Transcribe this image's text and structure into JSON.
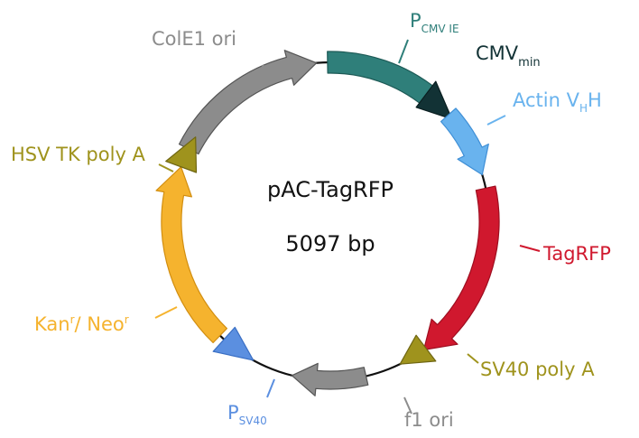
{
  "plasmid": {
    "name": "pAC-TagRFP",
    "size": "5097 bp"
  },
  "features": {
    "colE1": {
      "label": "ColE1 ori",
      "color": "#8c8c8c"
    },
    "pcmv": {
      "label_main": "P",
      "label_sub": "CMV IE",
      "color": "#2f7f7a"
    },
    "cmvmin": {
      "label_main": "CMV",
      "label_sub": "min",
      "color": "#123235"
    },
    "actin": {
      "label_main": "Actin V",
      "label_sub": "H",
      "label_tail": "H",
      "color": "#69b3ee"
    },
    "tagrfp": {
      "label": "TagRFP",
      "color": "#d0182e"
    },
    "sv40pa": {
      "label": "SV40 poly A",
      "color": "#9f931d"
    },
    "f1": {
      "label": "f1 ori",
      "color": "#8c8c8c"
    },
    "psv40": {
      "label_main": "P",
      "label_sub": "SV40",
      "color": "#5b8fe0"
    },
    "kan": {
      "label_main": "Kan",
      "label_sup1": "r",
      "label_mid": "/ Neo",
      "label_sup2": "r",
      "color": "#f5b32e"
    },
    "hsvtk": {
      "label": "HSV TK poly A",
      "color": "#9f931d"
    }
  }
}
